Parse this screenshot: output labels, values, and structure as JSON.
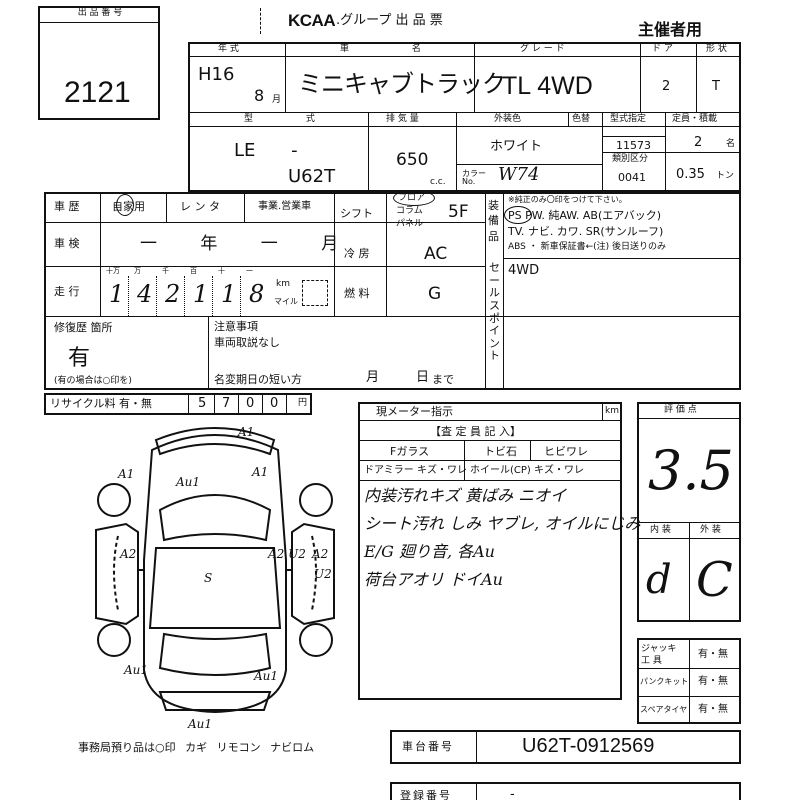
{
  "lot": {
    "label": "出 品 番 号",
    "number": "2121"
  },
  "header": {
    "brand": "KCAA",
    "title": ".グループ 出 品 票",
    "host": "主催者用"
  },
  "row1": {
    "year_label": "年 式",
    "car_name_label": "車 名",
    "grade_label": "グ レ ー ド",
    "door_label": "ド ア",
    "shape_label": "形 状",
    "era": "H16",
    "year_num": "8",
    "year_unit": "月",
    "car_name": "ミニキャブトラック",
    "grade": "TL 4WD",
    "doors": "2",
    "shape": "T"
  },
  "row2": {
    "model_label": "型 式",
    "displacement_label": "排 気 量",
    "exterior_label": "外装色",
    "color_label": "色替",
    "type_designation_label": "型式指定",
    "class_label": "類別区分",
    "capacity_label": "定員・積載",
    "model_prefix": "LE -",
    "model_code": "U62T",
    "displacement": "650",
    "cc_unit": "c.c.",
    "exterior_color": "ホワイト",
    "color_no_label": "カラー No.",
    "color_no": "W74",
    "type_designation": "11573",
    "class_number": "0041",
    "capacity": "2",
    "capacity_unit": "名",
    "load": "0.35",
    "load_unit": "トン"
  },
  "row3": {
    "history_label": "車 歴",
    "history_own": "自家用",
    "history_rent": "レ ン タ",
    "history_business": "事業.営業車",
    "shift_label": "シフト",
    "shift_options": [
      "フロア",
      "コラム",
      "パネル"
    ],
    "shift_value": "5F",
    "equipment_label": "装 備 品",
    "equipment_note": "※純正のみ〇印をつけて下さい。",
    "equipment_line1": "PS PW. 純AW. AB(エアバック)",
    "equipment_line2": "TV. ナビ. カワ. SR(サンルーフ)",
    "equipment_line3": "ABS ・ 新車保証書←(注) 後日送りのみ",
    "inspection_label": "車 検",
    "inspection_value": "一 年 一 月",
    "ac_label": "冷 房",
    "ac_value": "AC",
    "mileage_label": "走 行",
    "mileage_units": [
      "十万",
      "万",
      "千",
      "百",
      "十",
      "一"
    ],
    "mileage_digits": [
      "1",
      "4",
      "2",
      "1",
      "1",
      "8"
    ],
    "km_label": "km",
    "mile_label": "マイル",
    "fuel_label": "燃 料",
    "fuel_value": "G",
    "sales_point_label": "セールスポイント",
    "sales_point_value": "4WD"
  },
  "row4": {
    "repair_label": "修復歴 箇所",
    "repair_value": "有",
    "repair_note": "(有の場合は○印を)",
    "caution_label": "注意事項",
    "caution_value": "車両取説なし",
    "short_change_label": "名変期日の短い方",
    "short_change_month": "月",
    "short_change_day": "日",
    "short_change_suffix": "まで"
  },
  "recycle": {
    "label": "リサイクル料 有・無",
    "digits": [
      "5",
      "7",
      "0",
      "0"
    ],
    "unit": "円"
  },
  "inspector": {
    "meter_label": "現メーター指示",
    "meter_unit": "km",
    "entry_label": "【査 定 員 記 入】",
    "f_glass": "Fガラス",
    "stone_label": "トビ石",
    "crack_label": "ヒビワレ",
    "door_mirror": "ドアミラー キズ・ワレ",
    "wheel": "ホイール(CP) キズ・ワレ",
    "notes": [
      "内装汚れキズ 黄ばみ ニオイ",
      "シート汚れ しみ ヤブレ, オイルにじみ",
      "E/G 廻り音, 各Au",
      "荷台アオリ ドイAu"
    ]
  },
  "score": {
    "label": "評 価 点",
    "value": "3.5",
    "interior_label": "内 装",
    "exterior_label": "外 装",
    "interior": "d",
    "exterior": "C"
  },
  "diagram": {
    "marks": [
      "A1",
      "Au1",
      "A1",
      "A1",
      "A2",
      "A2 U2",
      "A2",
      "U2",
      "S",
      "Au1",
      "Au1",
      "Au1"
    ]
  },
  "tools": {
    "jack_label": "ジャッキ 工 具",
    "jack_value": "有・無",
    "puncture_label": "パンクキット",
    "puncture_value": "有・無",
    "spare_label": "スペアタイヤ",
    "spare_value": "有・無"
  },
  "footer": {
    "office_note": "事務局預り品は○印 カギ リモコン ナビロム"
  },
  "chassis": {
    "label": "車台番号",
    "value": "U62T-0912569"
  },
  "registration": {
    "label": "登録番号",
    "value": "-"
  }
}
